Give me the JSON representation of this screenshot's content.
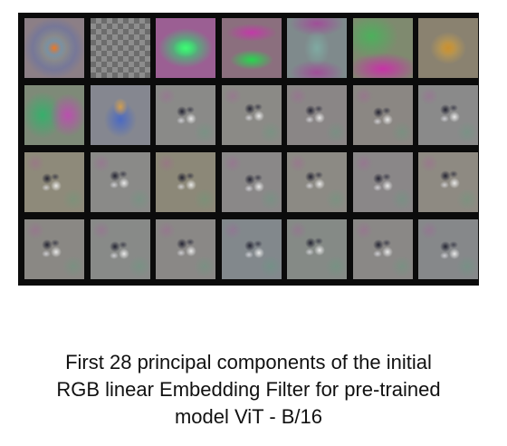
{
  "figure": {
    "grid": {
      "rows": 4,
      "cols": 7
    },
    "caption": [
      "First 28 principal components of the initial",
      "RGB linear Embedding Filter for pre-trained",
      "model ViT - B/16"
    ]
  }
}
